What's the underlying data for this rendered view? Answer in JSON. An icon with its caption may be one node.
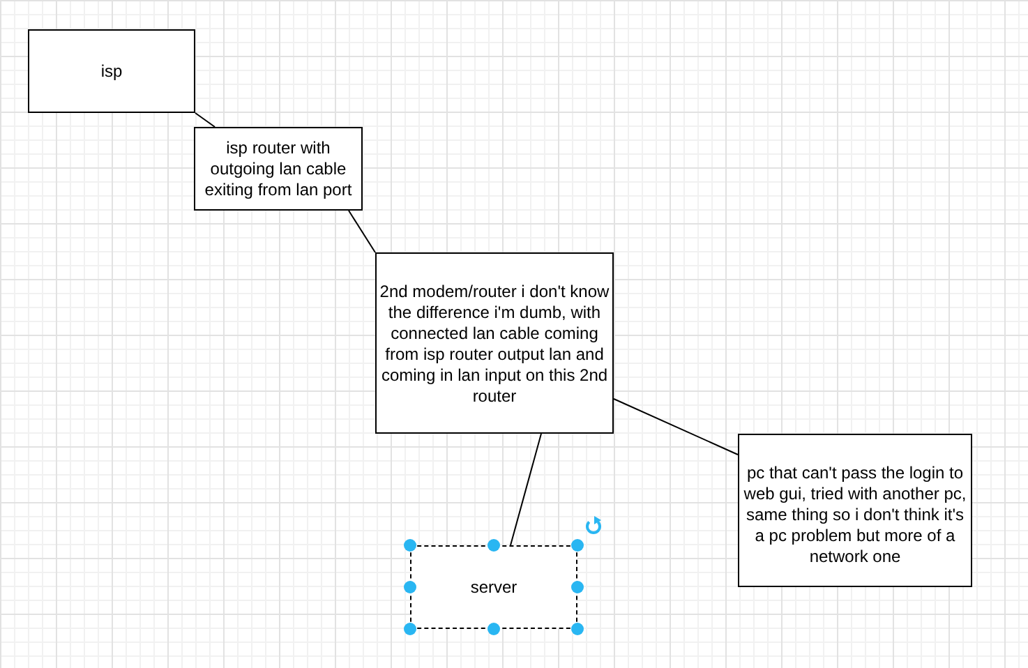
{
  "diagram": {
    "nodes": [
      {
        "text": [
          "isp"
        ]
      },
      {
        "text": [
          "isp router with outgoing lan cable exiting from lan port"
        ]
      },
      {
        "text": [
          "2nd modem/router i don't know the difference i'm dumb, with connected lan cable coming from isp router output lan and coming in lan input on this 2nd router"
        ]
      },
      {
        "text": [
          "pc that can't  pass the login to web gui, tried with another pc, same thing so i don't think it's a pc problem but more of a network one"
        ]
      },
      {
        "text": [
          "server"
        ]
      }
    ],
    "edges": [
      {
        "from": 0,
        "to": 1,
        "arrow": "none"
      },
      {
        "from": 1,
        "to": 2,
        "arrow": "none"
      },
      {
        "from": 2,
        "to": 4,
        "arrow": "none"
      },
      {
        "from": 2,
        "to": 3,
        "arrow": "none"
      }
    ]
  }
}
